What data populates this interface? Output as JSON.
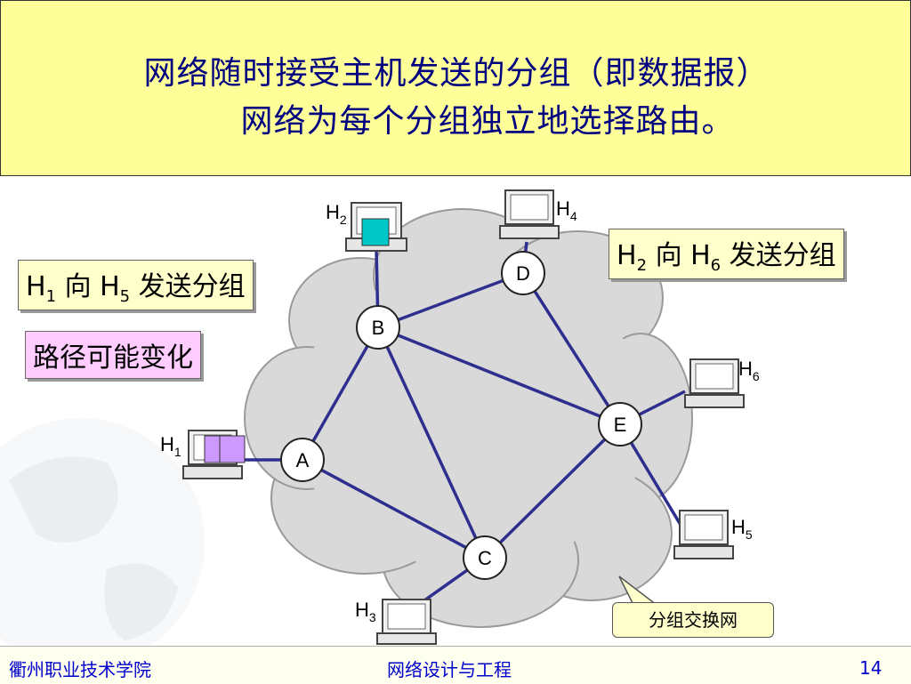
{
  "title": {
    "line1": "网络随时接受主机发送的分组（即数据报）",
    "line2": "网络为每个分组独立地选择路由。"
  },
  "nodes": {
    "A": "A",
    "B": "B",
    "C": "C",
    "D": "D",
    "E": "E"
  },
  "hosts": {
    "H1": {
      "letter": "H",
      "num": "1"
    },
    "H2": {
      "letter": "H",
      "num": "2"
    },
    "H3": {
      "letter": "H",
      "num": "3"
    },
    "H4": {
      "letter": "H",
      "num": "4"
    },
    "H5": {
      "letter": "H",
      "num": "5"
    },
    "H6": {
      "letter": "H",
      "num": "6"
    }
  },
  "labels": {
    "h1_h5": {
      "h_from": "H",
      "from_num": "1",
      "dir": "向",
      "h_to": "H",
      "to_num": "5",
      "action": "发送分组"
    },
    "h2_h6": {
      "h_from": "H",
      "from_num": "2",
      "dir": "向",
      "h_to": "H",
      "to_num": "6",
      "action": "发送分组"
    },
    "path_change": "路径可能变化",
    "network": "分组交换网"
  },
  "colors": {
    "link": "#2e2e8f",
    "cloud": "#d9d9d9",
    "packet_h2": "#00c8c8",
    "packet_h1": "#cc99ff"
  },
  "footer": {
    "school": "衢州职业技术学院",
    "course": "网络设计与工程",
    "page": "14"
  }
}
